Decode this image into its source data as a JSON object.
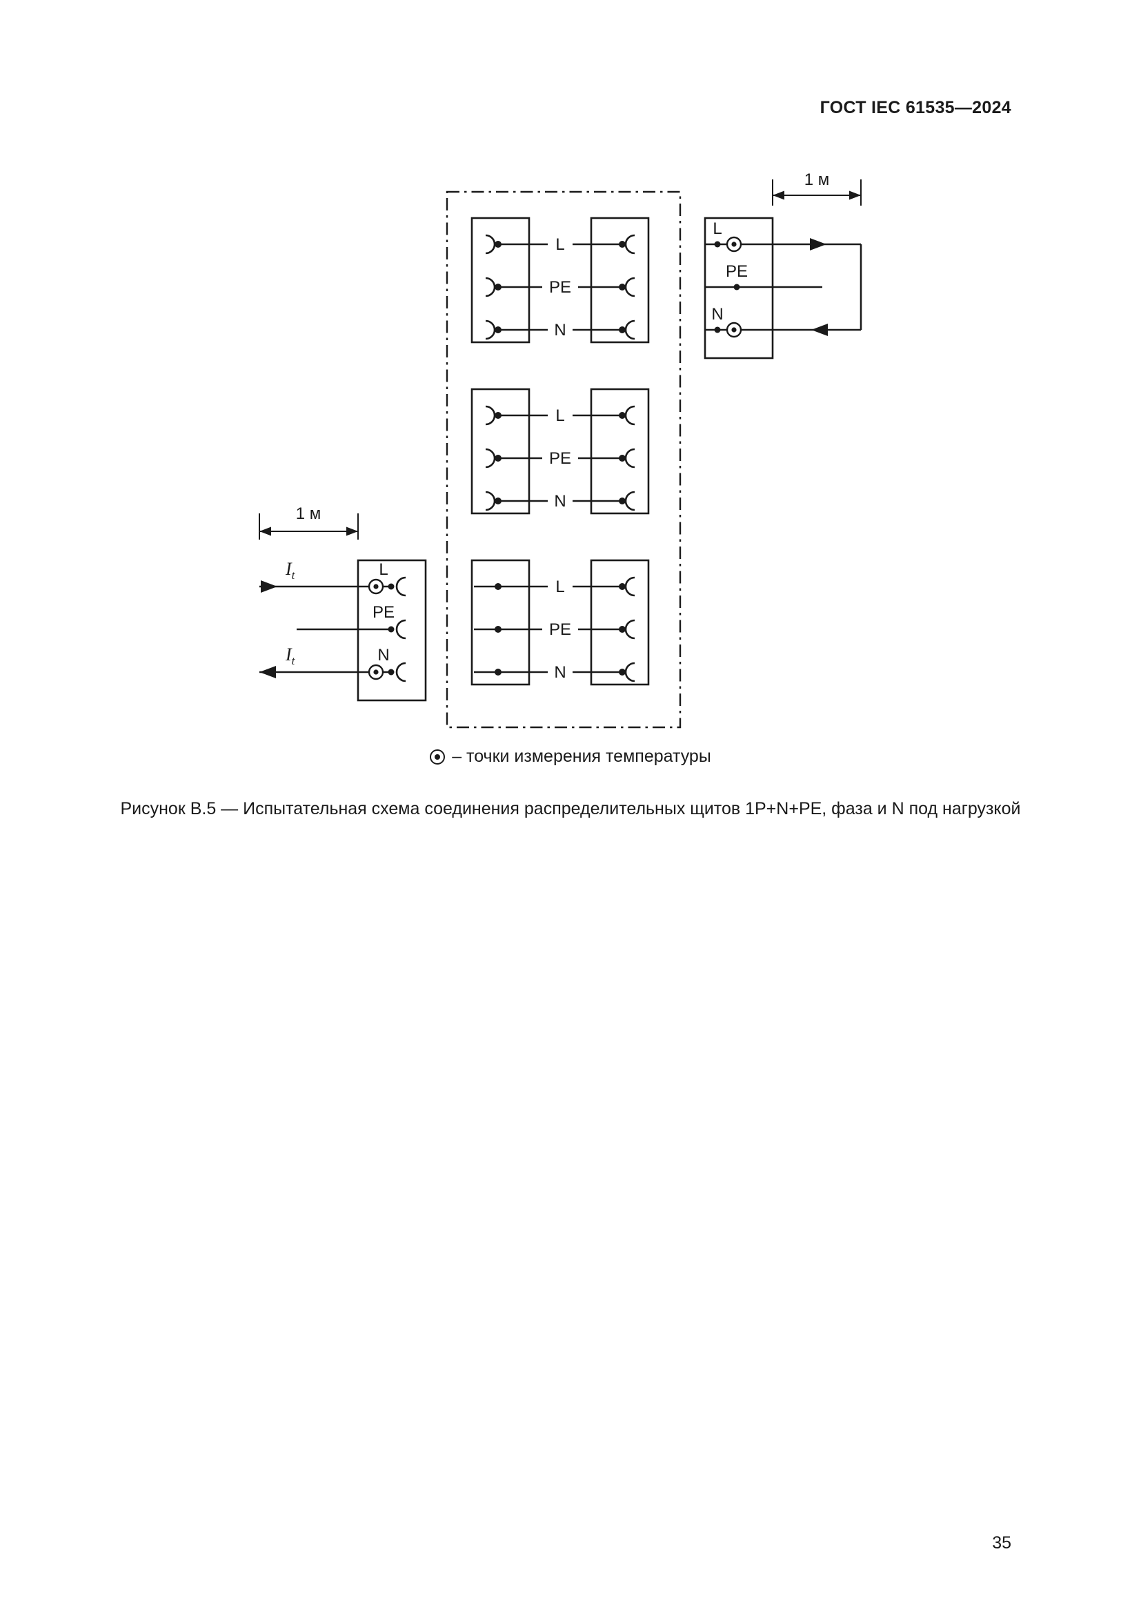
{
  "page": {
    "header": "ГОСТ IEC 61535—2024",
    "number": "35"
  },
  "figure": {
    "caption": "Рисунок В.5 — Испытательная схема соединения распределительных щитов 1P+N+PE, фаза и N под нагрузкой",
    "legend": {
      "symbol_icon": "temperature-measurement-point",
      "text": "– точки измерения температуры"
    }
  },
  "diagram": {
    "conductors": [
      "L",
      "PE",
      "N"
    ],
    "dimension_label": "1 м",
    "current_label": {
      "symbol": "I",
      "subscript": "t"
    },
    "appearance": {
      "ink_color": "#1a1a1a",
      "paper_color": "#ffffff"
    }
  }
}
